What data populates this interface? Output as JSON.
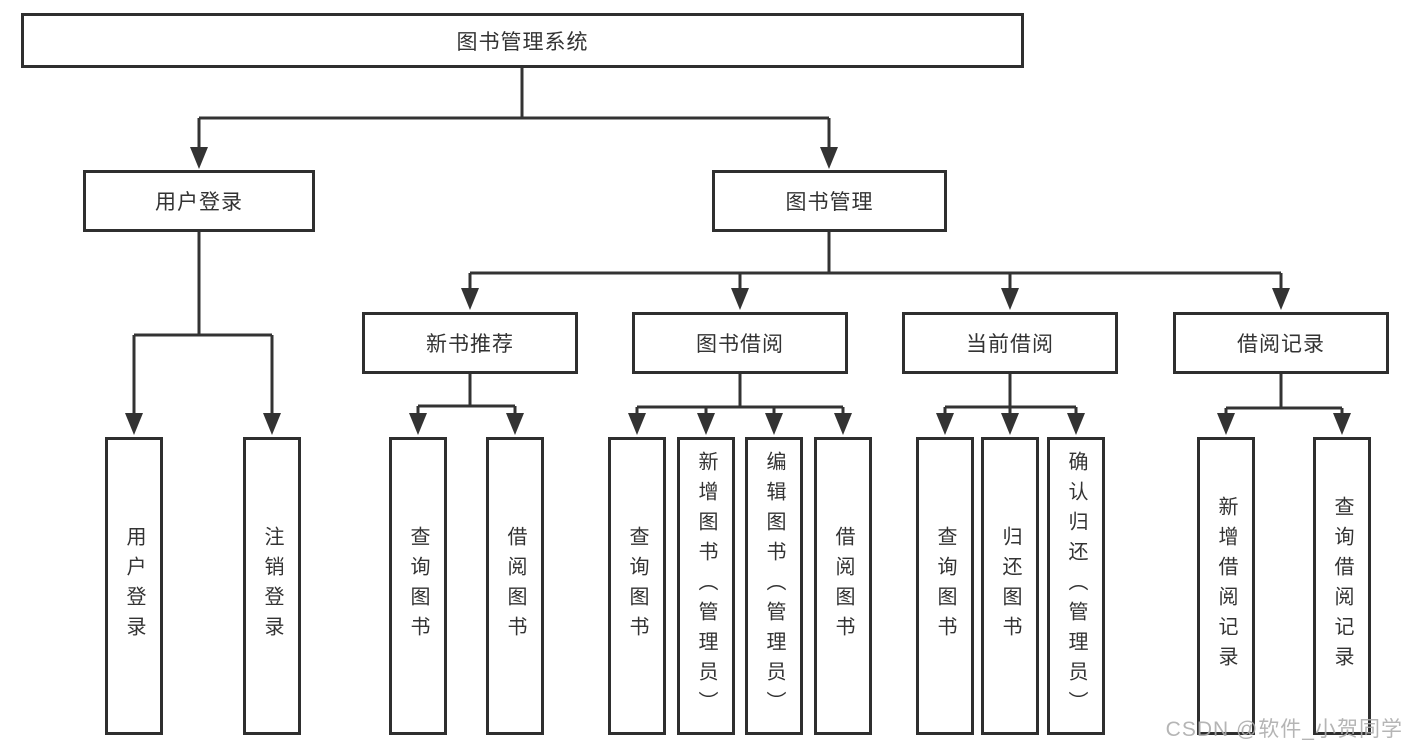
{
  "colors": {
    "line": "#333333",
    "box_border": "#2f2f2f",
    "text": "#333333",
    "watermark": "#adadad",
    "bg": "#ffffff"
  },
  "diagram": {
    "watermark": "CSDN @软件_小贺同学",
    "root": {
      "label": "图书管理系统",
      "children": [
        {
          "label": "用户登录",
          "children": [
            {
              "label": "用户登录"
            },
            {
              "label": "注销登录"
            }
          ]
        },
        {
          "label": "图书管理",
          "children": [
            {
              "label": "新书推荐",
              "children": [
                {
                  "label": "查询图书"
                },
                {
                  "label": "借阅图书"
                }
              ]
            },
            {
              "label": "图书借阅",
              "children": [
                {
                  "label": "查询图书"
                },
                {
                  "label": "新增图书（管理员）"
                },
                {
                  "label": "编辑图书（管理员）"
                },
                {
                  "label": "借阅图书"
                }
              ]
            },
            {
              "label": "当前借阅",
              "children": [
                {
                  "label": "查询图书"
                },
                {
                  "label": "归还图书"
                },
                {
                  "label": "确认归还（管理员）"
                }
              ]
            },
            {
              "label": "借阅记录",
              "children": [
                {
                  "label": "新增借阅记录"
                },
                {
                  "label": "查询借阅记录"
                }
              ]
            }
          ]
        }
      ]
    }
  }
}
